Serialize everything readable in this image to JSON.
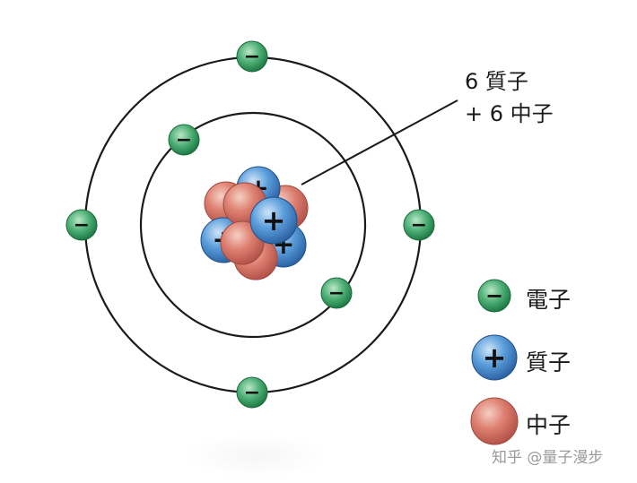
{
  "nucleus_label": {
    "line1": "6 質子",
    "line2": "+ 6 中子"
  },
  "legend": {
    "electron": "電子",
    "proton": "質子",
    "neutron": "中子"
  },
  "signs": {
    "electron": "−",
    "proton": "+"
  },
  "watermark": "知乎 @量子漫步",
  "colors": {
    "electron": "#3aa266",
    "proton": "#4a8fd0",
    "neutron": "#d8766a",
    "orbit": "#1a1a1a"
  }
}
